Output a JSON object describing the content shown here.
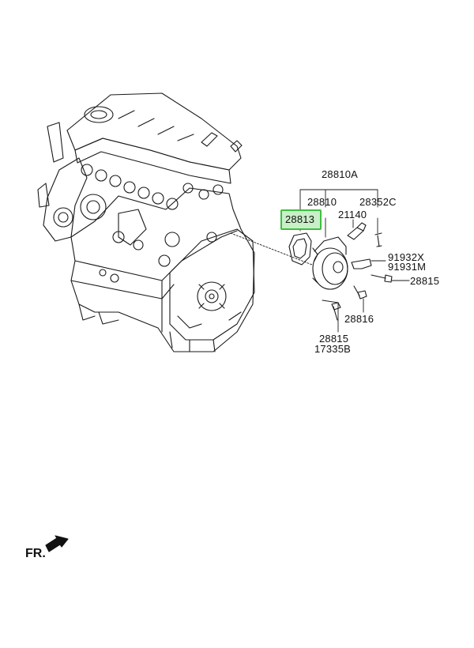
{
  "diagram": {
    "parts": {
      "assembly": "28810A",
      "pump": "28810",
      "pin": "28352C",
      "gasket_highlighted": "28813",
      "fitting": "21140",
      "bracket_a": "91932X",
      "bracket_b": "91931M",
      "bolt_right": "28815",
      "bolt_mid": "28816",
      "bolt_bottom": "28815",
      "bolt_bottom_alt": "17335B"
    },
    "front_marker": "FR.",
    "highlight_color": "#3fbf3f"
  }
}
